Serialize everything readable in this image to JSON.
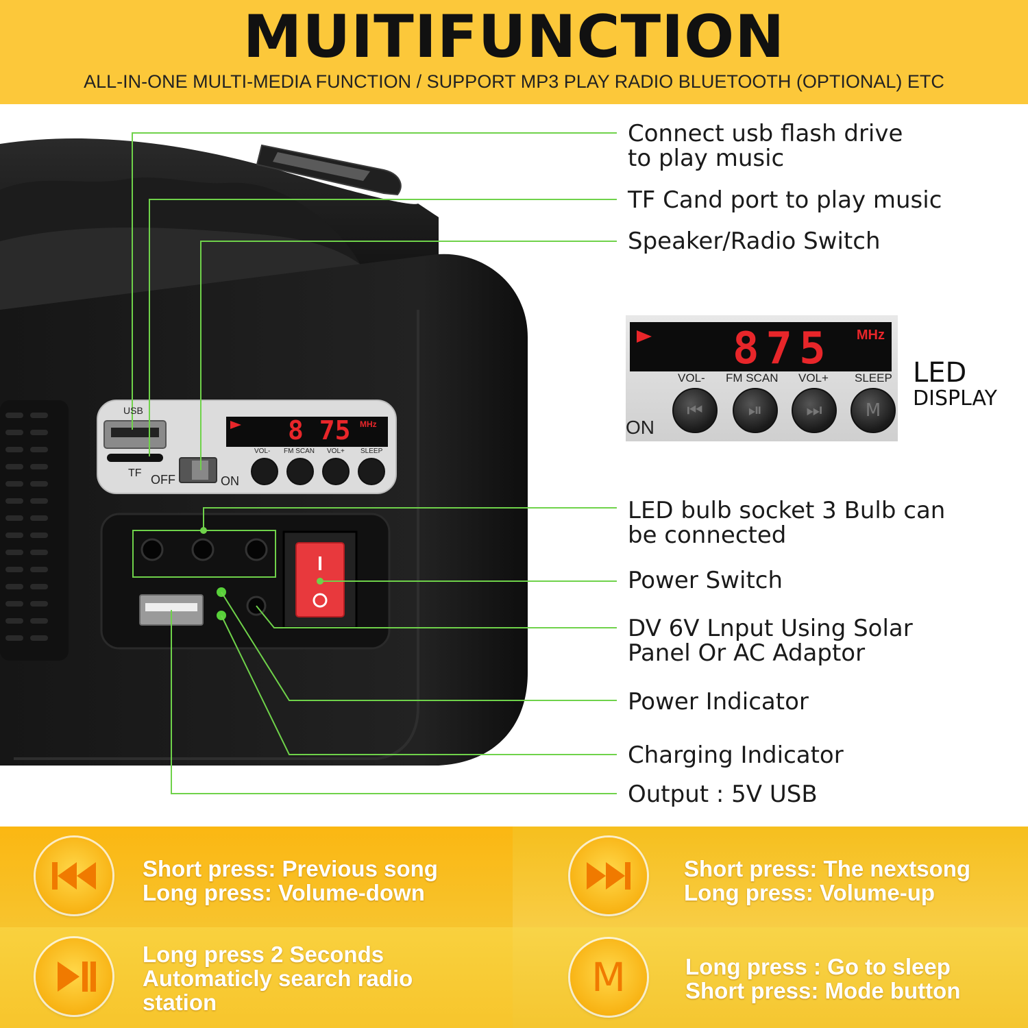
{
  "header": {
    "title": "MUITIFUNCTION",
    "subtitle": "ALL-IN-ONE MULTI-MEDIA FUNCTION / SUPPORT MP3 PLAY RADIO BLUETOOTH (OPTIONAL) ETC"
  },
  "device": {
    "usb_label": "USB",
    "tf_label": "TF",
    "off_label": "OFF",
    "on_label": "ON",
    "led_digits": "8 75",
    "led_unit": "MHz",
    "btn_labels": [
      "VOL-",
      "FM SCAN",
      "VOL+",
      "SLEEP"
    ]
  },
  "callouts": {
    "usb_line1": "Connect usb flash drive",
    "usb_line2": "to play music",
    "tf": "TF Cand port to play music",
    "switch": "Speaker/Radio Switch",
    "bulb_line1": "LED bulb socket 3 Bulb can",
    "bulb_line2": "be connected",
    "power_switch": "Power Switch",
    "dv_line1": "DV 6V Lnput Using Solar",
    "dv_line2": "Panel Or AC Adaptor",
    "power_indicator": "Power Indicator",
    "charging_indicator": "Charging Indicator",
    "output": "Output : 5V USB"
  },
  "led_display": {
    "digits": "875",
    "unit": "MHz",
    "btn_labels": [
      "VOL-",
      "FM SCAN",
      "VOL+",
      "SLEEP"
    ],
    "on_text": "ON",
    "caption_line1": "LED",
    "caption_line2": "DISPLAY"
  },
  "panels": {
    "prev_line1": "Short press: Previous song",
    "prev_line2": "Long press:  Volume-down",
    "next_line1": "Short press: The nextsong",
    "next_line2": "Long press:  Volume-up",
    "scan_line1": "Long press 2 Seconds",
    "scan_line2": "Automaticly search radio",
    "scan_line3": "station",
    "mode_line1": "Long press :  Go to sleep",
    "mode_line2": "Short press:  Mode button",
    "mode_icon_letter": "M"
  },
  "colors": {
    "header_bg": "#fcc83a",
    "callout_line": "#6fd24a",
    "led_red": "#e8262a"
  }
}
